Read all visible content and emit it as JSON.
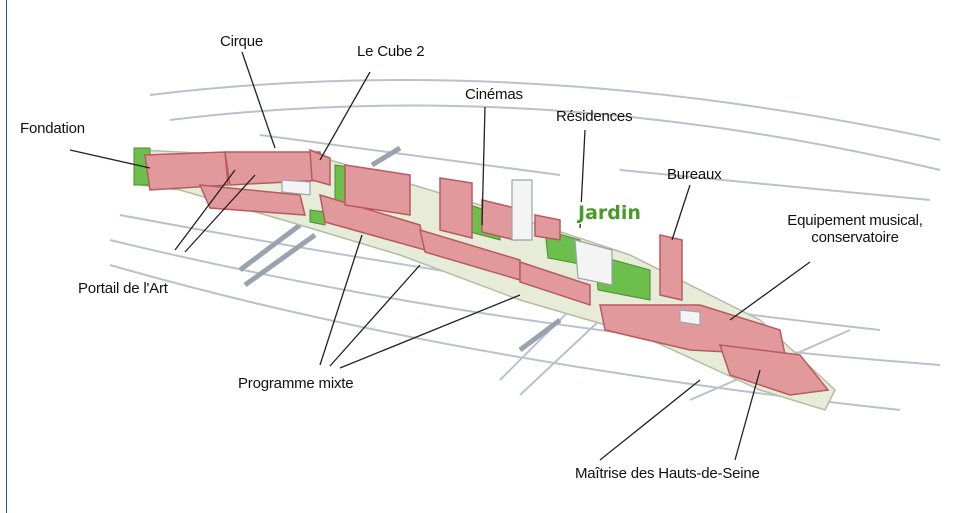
{
  "labels": {
    "cirque": "Cirque",
    "le_cube_2": "Le Cube 2",
    "fondation": "Fondation",
    "cinemas": "Cinémas",
    "residences": "Résidences",
    "bureaux": "Bureaux",
    "jardin": "Jardin",
    "equipement_line1": "Equipement musical,",
    "equipement_line2": "conservatoire",
    "portail": "Portail de l'Art",
    "programme_mixte": "Programme mixte",
    "maitrise": "Maîtrise des Hauts-de-Seine"
  },
  "colors": {
    "building_fill": "#e2999c",
    "building_edge": "#b85a60",
    "garden": "#6cbf4a",
    "jardin_text": "#4a9a2a",
    "map_lines": "#b9c2cc",
    "frame": "#3a4fa0"
  }
}
